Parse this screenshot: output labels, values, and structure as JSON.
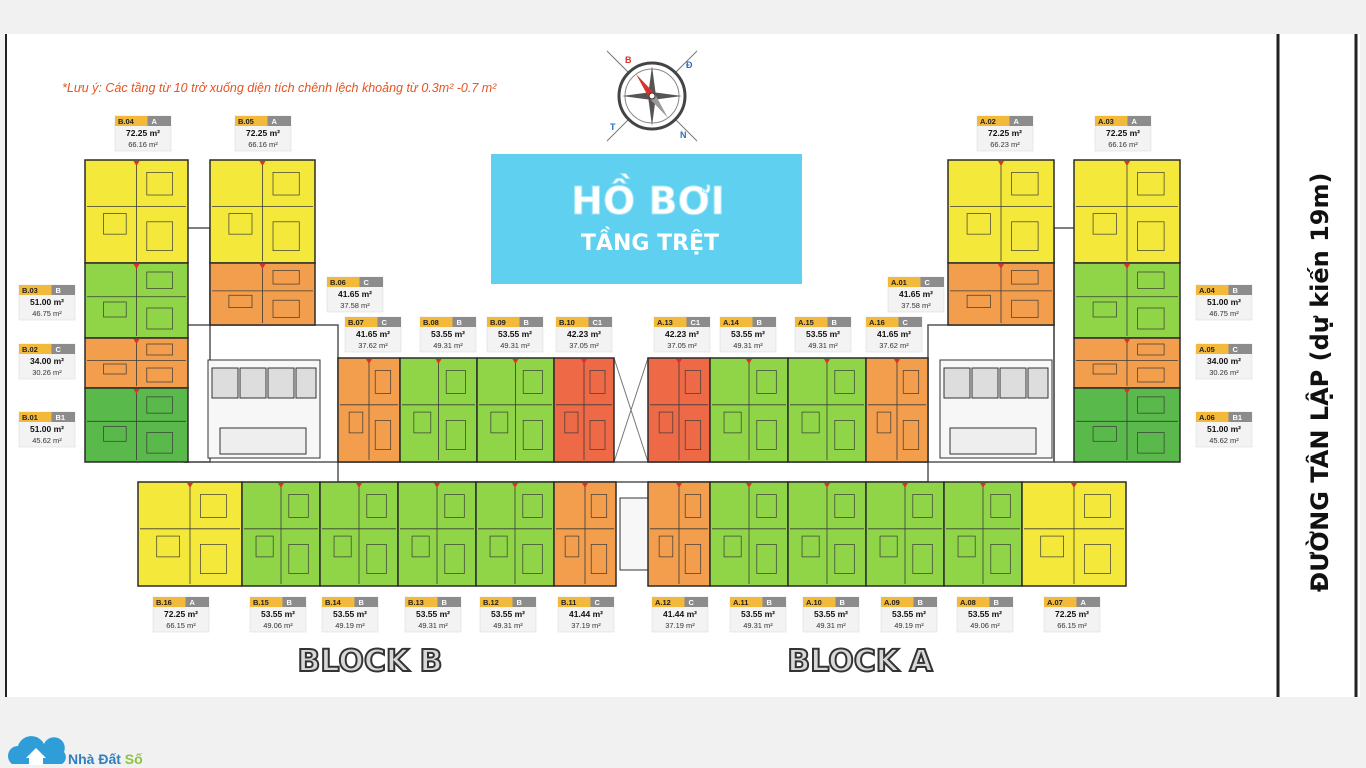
{
  "note": "*Lưu ý: Các tầng từ 10 trở xuống diện tích chênh lệch khoảng từ  0.3m² -0.7 m²",
  "pool": {
    "line1": "HỒ BƠI",
    "line2": "TẦNG TRỆT"
  },
  "road": "ĐƯỜNG TÂN LẬP (dự kiến 19m)",
  "blocks": {
    "b": "BLOCK B",
    "a": "BLOCK A"
  },
  "logo": {
    "text_a": "Nhà Đất ",
    "text_b": "Số"
  },
  "compass": {
    "n": "B",
    "s": "N",
    "e": "Đ",
    "w": "T"
  },
  "colors": {
    "yellow": "#f4e93a",
    "lightgreen": "#8fd547",
    "green": "#59b94a",
    "orange": "#f29e4c",
    "red": "#ee6a46",
    "pool": "#5fd0ef",
    "note": "#e8531f",
    "tag": "#f2b93b",
    "tagtype": "#8c8c8c"
  },
  "units": [
    {
      "code": "B.04",
      "type": "A",
      "area": "72.25 m²",
      "net": "66.16 m²"
    },
    {
      "code": "B.05",
      "type": "A",
      "area": "72.25 m²",
      "net": "66.16 m²"
    },
    {
      "code": "A.02",
      "type": "A",
      "area": "72.25 m²",
      "net": "66.23 m²"
    },
    {
      "code": "A.03",
      "type": "A",
      "area": "72.25 m²",
      "net": "66.16 m²"
    },
    {
      "code": "B.03",
      "type": "B",
      "area": "51.00 m²",
      "net": "46.75 m²"
    },
    {
      "code": "B.02",
      "type": "C",
      "area": "34.00 m²",
      "net": "30.26 m²"
    },
    {
      "code": "B.01",
      "type": "B1",
      "area": "51.00 m²",
      "net": "45.62 m²"
    },
    {
      "code": "B.06",
      "type": "C",
      "area": "41.65 m²",
      "net": "37.58 m²"
    },
    {
      "code": "A.01",
      "type": "C",
      "area": "41.65 m²",
      "net": "37.58 m²"
    },
    {
      "code": "A.04",
      "type": "B",
      "area": "51.00 m²",
      "net": "46.75 m²"
    },
    {
      "code": "A.05",
      "type": "C",
      "area": "34.00 m²",
      "net": "30.26 m²"
    },
    {
      "code": "A.06",
      "type": "B1",
      "area": "51.00 m²",
      "net": "45.62 m²"
    },
    {
      "code": "B.07",
      "type": "C",
      "area": "41.65 m²",
      "net": "37.62 m²"
    },
    {
      "code": "B.08",
      "type": "B",
      "area": "53.55 m²",
      "net": "49.31 m²"
    },
    {
      "code": "B.09",
      "type": "B",
      "area": "53.55 m²",
      "net": "49.31 m²"
    },
    {
      "code": "B.10",
      "type": "C1",
      "area": "42.23 m²",
      "net": "37.05 m²"
    },
    {
      "code": "A.13",
      "type": "C1",
      "area": "42.23 m²",
      "net": "37.05 m²"
    },
    {
      "code": "A.14",
      "type": "B",
      "area": "53.55 m²",
      "net": "49.31 m²"
    },
    {
      "code": "A.15",
      "type": "B",
      "area": "53.55 m²",
      "net": "49.31 m²"
    },
    {
      "code": "A.16",
      "type": "C",
      "area": "41.65 m²",
      "net": "37.62 m²"
    },
    {
      "code": "B.16",
      "type": "A",
      "area": "72.25 m²",
      "net": "66.15 m²"
    },
    {
      "code": "B.15",
      "type": "B",
      "area": "53.55 m²",
      "net": "49.06 m²"
    },
    {
      "code": "B.14",
      "type": "B",
      "area": "53.55 m²",
      "net": "49.19 m²"
    },
    {
      "code": "B.13",
      "type": "B",
      "area": "53.55 m²",
      "net": "49.31 m²"
    },
    {
      "code": "B.12",
      "type": "B",
      "area": "53.55 m²",
      "net": "49.31 m²"
    },
    {
      "code": "B.11",
      "type": "C",
      "area": "41.44 m²",
      "net": "37.19 m²"
    },
    {
      "code": "A.12",
      "type": "C",
      "area": "41.44 m²",
      "net": "37.19 m²"
    },
    {
      "code": "A.11",
      "type": "B",
      "area": "53.55 m²",
      "net": "49.31 m²"
    },
    {
      "code": "A.10",
      "type": "B",
      "area": "53.55 m²",
      "net": "49.31 m²"
    },
    {
      "code": "A.09",
      "type": "B",
      "area": "53.55 m²",
      "net": "49.19 m²"
    },
    {
      "code": "A.08",
      "type": "B",
      "area": "53.55 m²",
      "net": "49.06 m²"
    },
    {
      "code": "A.07",
      "type": "A",
      "area": "72.25 m²",
      "net": "66.15 m²"
    }
  ]
}
